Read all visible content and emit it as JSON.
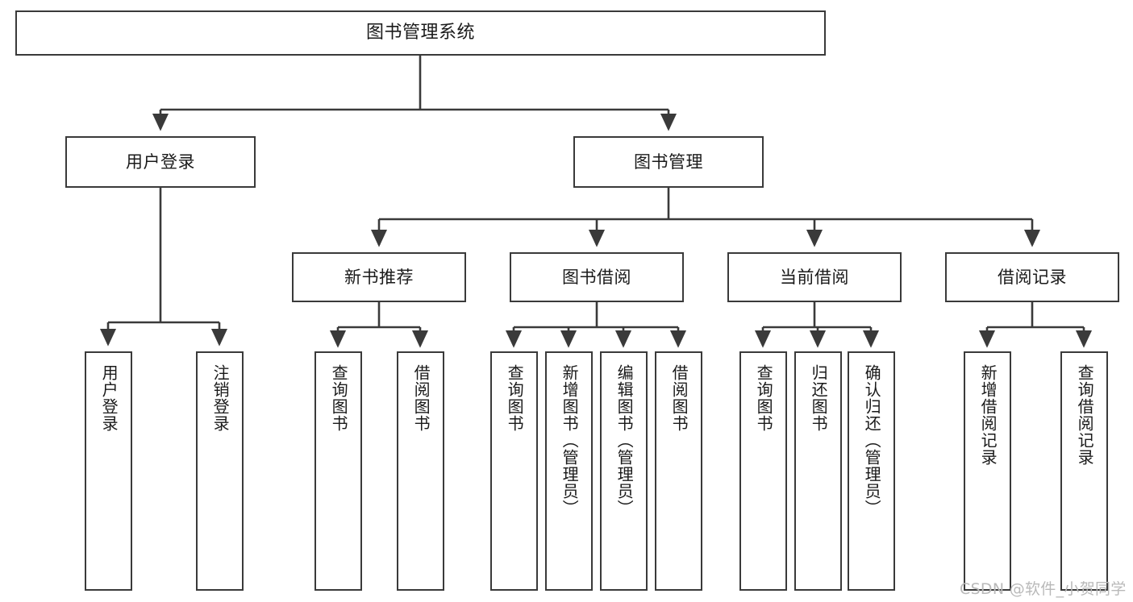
{
  "diagram": {
    "title": "图书管理系统",
    "type": "tree-hierarchy-diagram",
    "root": {
      "label": "图书管理系统"
    },
    "level2": [
      {
        "label": "用户登录"
      },
      {
        "label": "图书管理"
      }
    ],
    "level3": [
      {
        "label": "新书推荐"
      },
      {
        "label": "图书借阅"
      },
      {
        "label": "当前借阅"
      },
      {
        "label": "借阅记录"
      }
    ],
    "leaves_user_login": [
      {
        "label": "用户登录"
      },
      {
        "label": "注销登录"
      }
    ],
    "leaves_new_book": [
      {
        "label": "查询图书"
      },
      {
        "label": "借阅图书"
      }
    ],
    "leaves_book_borrow": [
      {
        "label": "查询图书"
      },
      {
        "label": "新增图书（管理员）"
      },
      {
        "label": "编辑图书（管理员）"
      },
      {
        "label": "借阅图书"
      }
    ],
    "leaves_current_borrow": [
      {
        "label": "查询图书"
      },
      {
        "label": "归还图书"
      },
      {
        "label": "确认归还（管理员）"
      }
    ],
    "leaves_borrow_record": [
      {
        "label": "新增借阅记录"
      },
      {
        "label": "查询借阅记录"
      }
    ]
  },
  "watermark": {
    "text": "CSDN @软件_小贺同学"
  },
  "colors": {
    "stroke": "#3a3a3a",
    "background": "#ffffff",
    "text": "#1a1a1a",
    "watermark": "#b9b9b9"
  }
}
